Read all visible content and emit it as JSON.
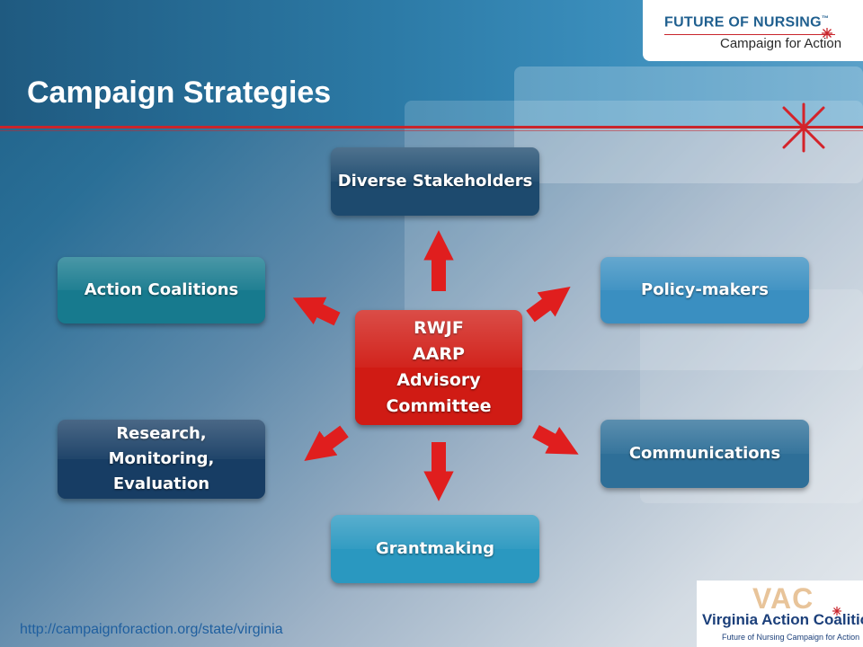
{
  "slide": {
    "title": "Campaign Strategies",
    "footer_url": "http://campaignforaction.org/state/virginia"
  },
  "logo": {
    "line1": "FUTURE OF NURSING",
    "trademark": "™",
    "line2": "Campaign for Action"
  },
  "vac_logo": {
    "mark": "VAC",
    "name": "Virginia Action Coalition",
    "sub": "Future of Nursing Campaign for Action"
  },
  "diagram": {
    "center": "RWJF\nAARP\nAdvisory\nCommittee",
    "nodes": {
      "top": "Diverse Stakeholders",
      "upper_left": "Action Coalitions",
      "upper_right": "Policy-makers",
      "lower_left": "Research,\nMonitoring,\nEvaluation",
      "lower_right": "Communications",
      "bottom": "Grantmaking"
    }
  },
  "colors": {
    "arrow": "#e01e1e",
    "accent_red": "#c9252c",
    "center_node": "#d01b14"
  },
  "icons": [
    "close-x-icon",
    "star-icon"
  ]
}
